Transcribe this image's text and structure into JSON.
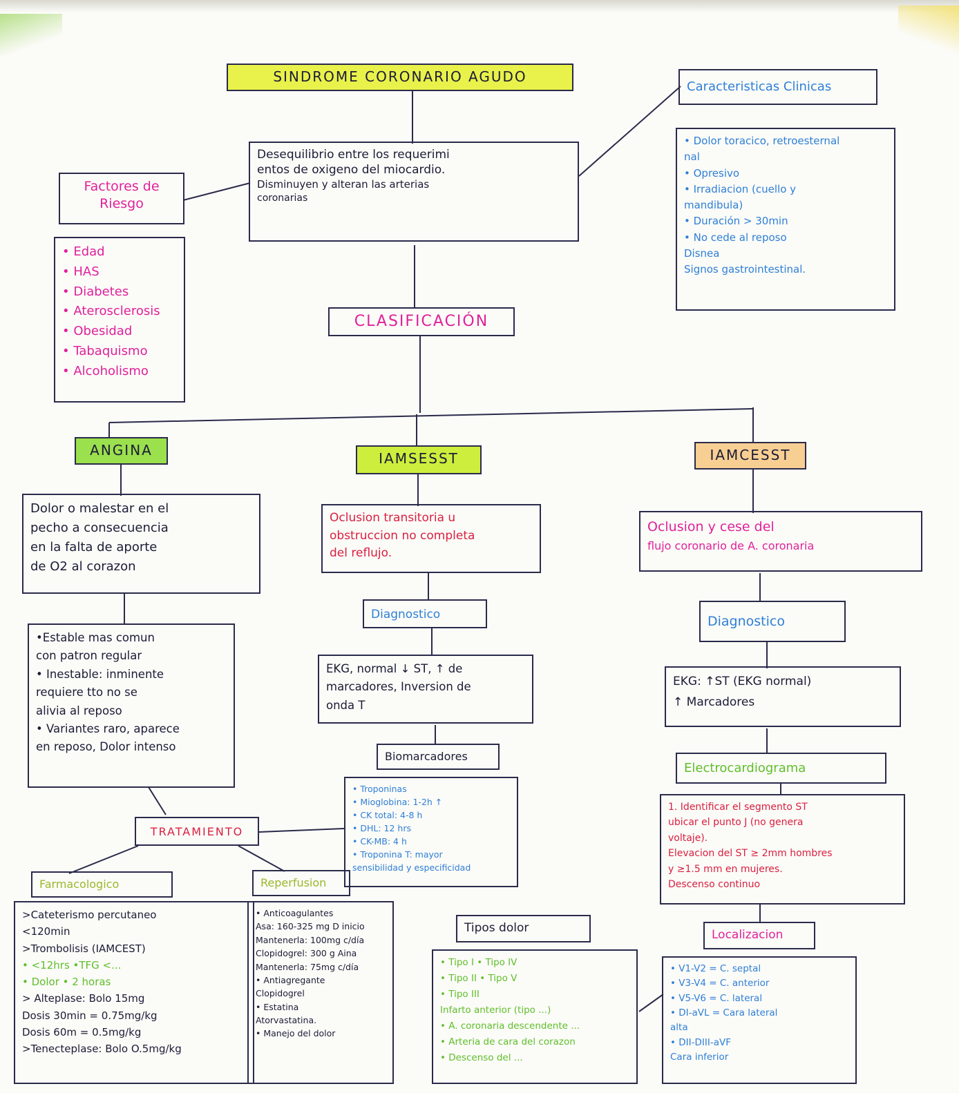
{
  "title": "SINDROME CORONARIO AGUDO",
  "definition": {
    "lines": [
      "Desequilibrio entre los requerimi",
      "entos de oxigeno del miocardio.",
      "Disminuyen y alteran las arterias",
      "coronarias"
    ]
  },
  "risk_factors": {
    "title_lines": [
      "Factores de",
      "Riesgo"
    ],
    "items": [
      "• Edad",
      "• HAS",
      "• Diabetes",
      "• Aterosclerosis",
      "• Obesidad",
      "• Tabaquismo",
      "• Alcoholismo"
    ]
  },
  "clinical": {
    "title": "Caracteristicas Clinicas",
    "items": [
      "• Dolor toracico, retroesternal",
      "  nal",
      "• Opresivo",
      "• Irradiacion (cuello y",
      "  mandibula)",
      "• Duración > 30min",
      "• No cede al reposo",
      "  Disnea",
      "  Signos gastrointestinal."
    ]
  },
  "classification": "CLASIFICACIÓN",
  "angina": {
    "title": "ANGINA",
    "definition": [
      "Dolor o malestar en el",
      "pecho a consecuencia",
      "en la falta de aporte",
      "de O2 al corazon"
    ],
    "types": [
      "•Estable mas comun",
      "con patron regular",
      "• Inestable: inminente",
      "requiere tto no se",
      "alivia al reposo",
      "• Variantes raro, aparece",
      "en reposo, Dolor intenso"
    ],
    "treatment": "TRATAMIENTO",
    "pharmacological": {
      "title": "Farmacologico",
      "lines": [
        ">Cateterismo percutaneo",
        "<120min",
        ">Trombolisis (IAMCEST)",
        "• <12hrs  •TFG <...",
        "• Dolor  • 2 horas",
        "> Alteplase: Bolo 15mg",
        "Dosis 30min = 0.75mg/kg",
        "Dosis 60m = 0.5mg/kg",
        ">Tenecteplase: Bolo O.5mg/kg"
      ]
    },
    "reperfusion": {
      "title": "Reperfusion",
      "lines": [
        "• Anticoagulantes",
        "Asa: 160-325 mg D inicio",
        "Mantenerla: 100mg c/día",
        "Clopidogrel: 300 g Aina",
        "Mantenerla: 75mg c/día",
        "• Antiagregante",
        "Clopidogrel",
        "• Estatina",
        "Atorvastatina.",
        "• Manejo del dolor"
      ]
    }
  },
  "iamsest": {
    "title": "IAMSESST",
    "definition": [
      "Oclusion transitoria u",
      "obstruccion no completa",
      "del reflujo."
    ],
    "diagnosis_title": "Diagnostico",
    "diagnosis": [
      "EKG, normal ↓ ST, ↑ de",
      "marcadores, Inversion de",
      "onda T"
    ],
    "biomarkers_title": "Biomarcadores",
    "biomarkers": [
      "• Troponinas",
      "• Mioglobina: 1-2h ↑",
      "• CK total: 4-8 h",
      "• DHL: 12 hrs",
      "• CK-MB: 4 h",
      "• Troponina T: mayor",
      "  sensibilidad y especificidad"
    ],
    "pain_types_title": "Tipos dolor",
    "pain_types": [
      "• Tipo I     • Tipo IV",
      "• Tipo II    • Tipo V",
      "• Tipo III",
      "Infarto anterior (tipo ...)",
      "• A. coronaria descendente ...",
      "• Arteria de cara del corazon",
      "• Descenso del ..."
    ]
  },
  "iamcest": {
    "title": "IAMCESST",
    "definition": [
      "Oclusion y cese del",
      "flujo coronario de A. coronaria"
    ],
    "diagnosis_title": "Diagnostico",
    "diagnosis": [
      "EKG: ↑ST (EKG normal)",
      "↑ Marcadores"
    ],
    "ecg_title": "Electrocardiograma",
    "ecg": [
      "1. Identificar el segmento ST",
      "ubicar el punto J (no genera",
      "voltaje).",
      "Elevacion del ST ≥ 2mm hombres",
      "y ≥1.5 mm en mujeres.",
      "Descenso continuo"
    ],
    "location_title": "Localizacion",
    "location": [
      "• V1-V2 = C. septal",
      "• V3-V4 = C. anterior",
      "• V5-V6 = C. lateral",
      "• DI-aVL = Cara lateral",
      "  alta",
      "• DII-DIII-aVF",
      "  Cara inferior"
    ]
  }
}
